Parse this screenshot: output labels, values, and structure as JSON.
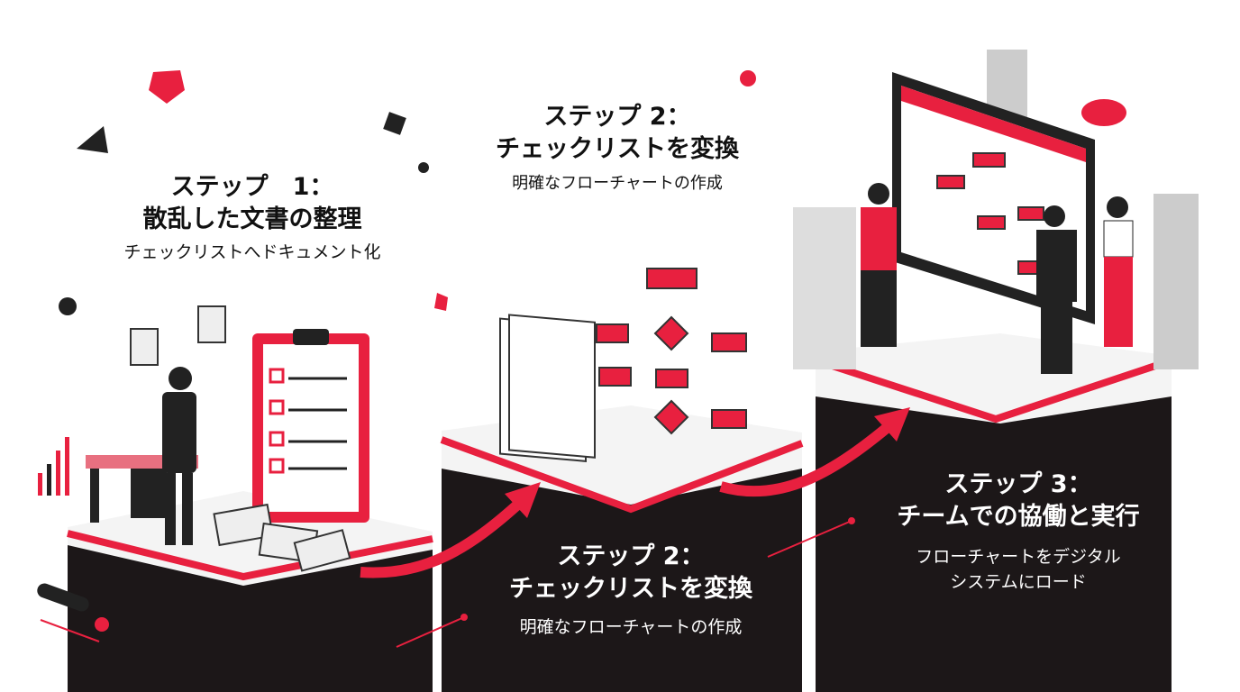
{
  "colors": {
    "accent": "#e8203f",
    "dark": "#1c1718",
    "light": "#f4f4f4"
  },
  "step1": {
    "title": "ステップ　1：",
    "heading": "散乱した文書の整理",
    "subtitle": "チェックリストへドキュメント化"
  },
  "step2_top": {
    "title": "ステップ 2：",
    "heading": "チェックリストを変換",
    "subtitle": "明確なフローチャートの作成"
  },
  "step2": {
    "title": "ステップ 2：",
    "heading": "チェックリストを変換",
    "subtitle": "明確なフローチャートの作成"
  },
  "step3": {
    "title": "ステップ 3：",
    "heading": "チームでの協働と実行",
    "subtitle_line1": "フローチャートをデジタル",
    "subtitle_line2": "システムにロード"
  }
}
